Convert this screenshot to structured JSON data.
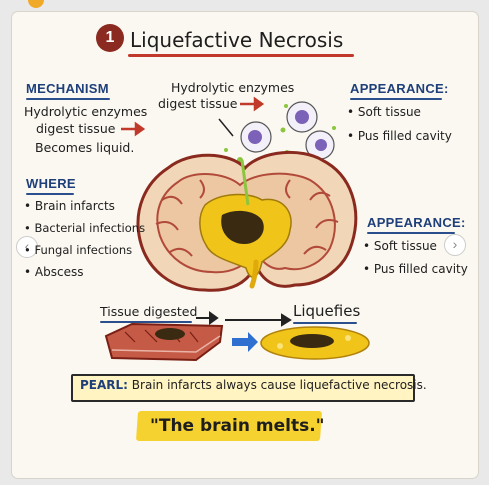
{
  "title": {
    "number": "1",
    "text": "Liquefactive Necrosis"
  },
  "mechanism": {
    "heading": "MECHANISM",
    "line1": "Hydrolytic enzymes",
    "line2": "digest tissue",
    "line3": "Becomes liquid."
  },
  "enzymes_label": {
    "line1": "Hydrolytic enzymes",
    "line2": "digest tissue"
  },
  "appearance_top": {
    "heading": "APPEARANCE:",
    "items": [
      "Soft tissue",
      "Pus filled cavity"
    ]
  },
  "where": {
    "heading": "WHERE",
    "items": [
      "Brain infarcts",
      "Bacterial infections",
      "Fungal infections",
      "Abscess"
    ]
  },
  "appearance_right": {
    "heading": "APPEARANCE:",
    "items": [
      "Soft tissue",
      "Pus filled cavity"
    ]
  },
  "process": {
    "left_label": "Tissue digested",
    "right_label": "Liquefies"
  },
  "pearl": {
    "label": "PEARL:",
    "text": "Brain infarcts always cause liquefactive necrosis."
  },
  "quote": "\"The brain melts.\"",
  "colors": {
    "accent_red": "#c0392b",
    "heading_blue": "#1f3f7a",
    "highlight_yellow": "#f6d230",
    "pus_yellow": "#f0c419"
  }
}
